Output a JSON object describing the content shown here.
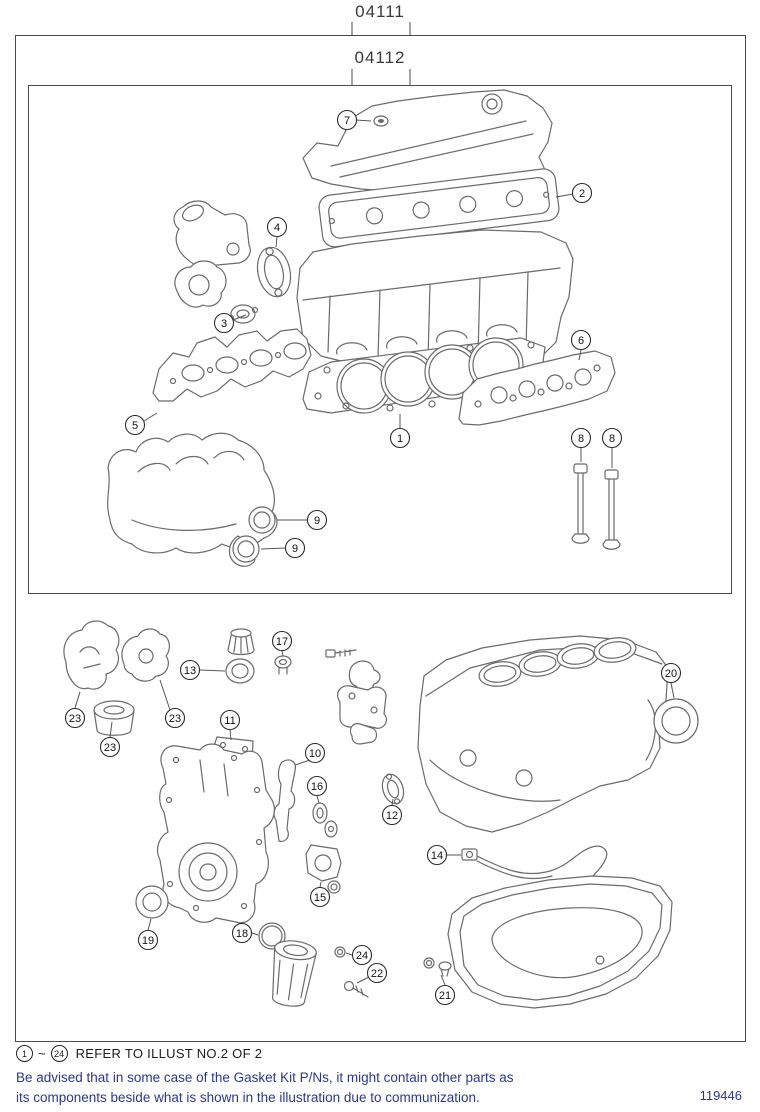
{
  "header": {
    "outer_code": "04111",
    "inner_code": "04112"
  },
  "callouts": {
    "upper": [
      "7",
      "2",
      "4",
      "3",
      "6",
      "5",
      "1",
      "8",
      "8",
      "9",
      "9"
    ],
    "lower": [
      "13",
      "17",
      "23",
      "23",
      "23",
      "11",
      "10",
      "16",
      "12",
      "20",
      "14",
      "19",
      "18",
      "15",
      "24",
      "22",
      "21"
    ]
  },
  "footer": {
    "range_start": "1",
    "range_separator": "~",
    "range_end": "24",
    "refer_text": "REFER TO ILLUST NO.2 OF 2",
    "note_line1": "Be advised that in some case of the Gasket Kit P/Ns,  it might contain other parts as",
    "note_line2": "its components beside what is shown in the illustration due to communization.",
    "figure_number": "119446"
  }
}
